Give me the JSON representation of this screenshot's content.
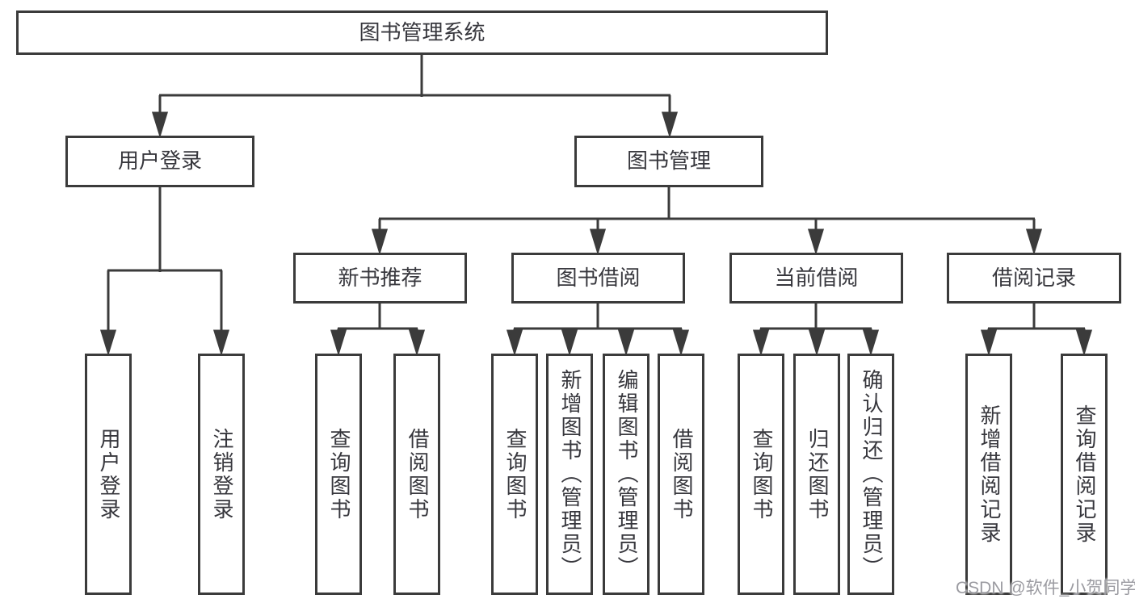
{
  "diagram": {
    "root": "图书管理系统",
    "branches": [
      {
        "label": "用户登录",
        "leaves": [
          "用户登录",
          "注销登录"
        ]
      },
      {
        "label": "图书管理",
        "groups": [
          {
            "label": "新书推荐",
            "leaves": [
              "查询图书",
              "借阅图书"
            ]
          },
          {
            "label": "图书借阅",
            "leaves": [
              "查询图书",
              "新增图书（管理员）",
              "编辑图书（管理员）",
              "借阅图书"
            ]
          },
          {
            "label": "当前借阅",
            "leaves": [
              "查询图书",
              "归还图书",
              "确认归还（管理员）"
            ]
          },
          {
            "label": "借阅记录",
            "leaves": [
              "新增借阅记录",
              "查询借阅记录"
            ]
          }
        ]
      }
    ]
  },
  "watermark": "CSDN @软件_小贺同学",
  "colors": {
    "line": "#3b3b3b",
    "text": "#37373d",
    "watermark": "#9b9ba1",
    "background": "#ffffff"
  }
}
